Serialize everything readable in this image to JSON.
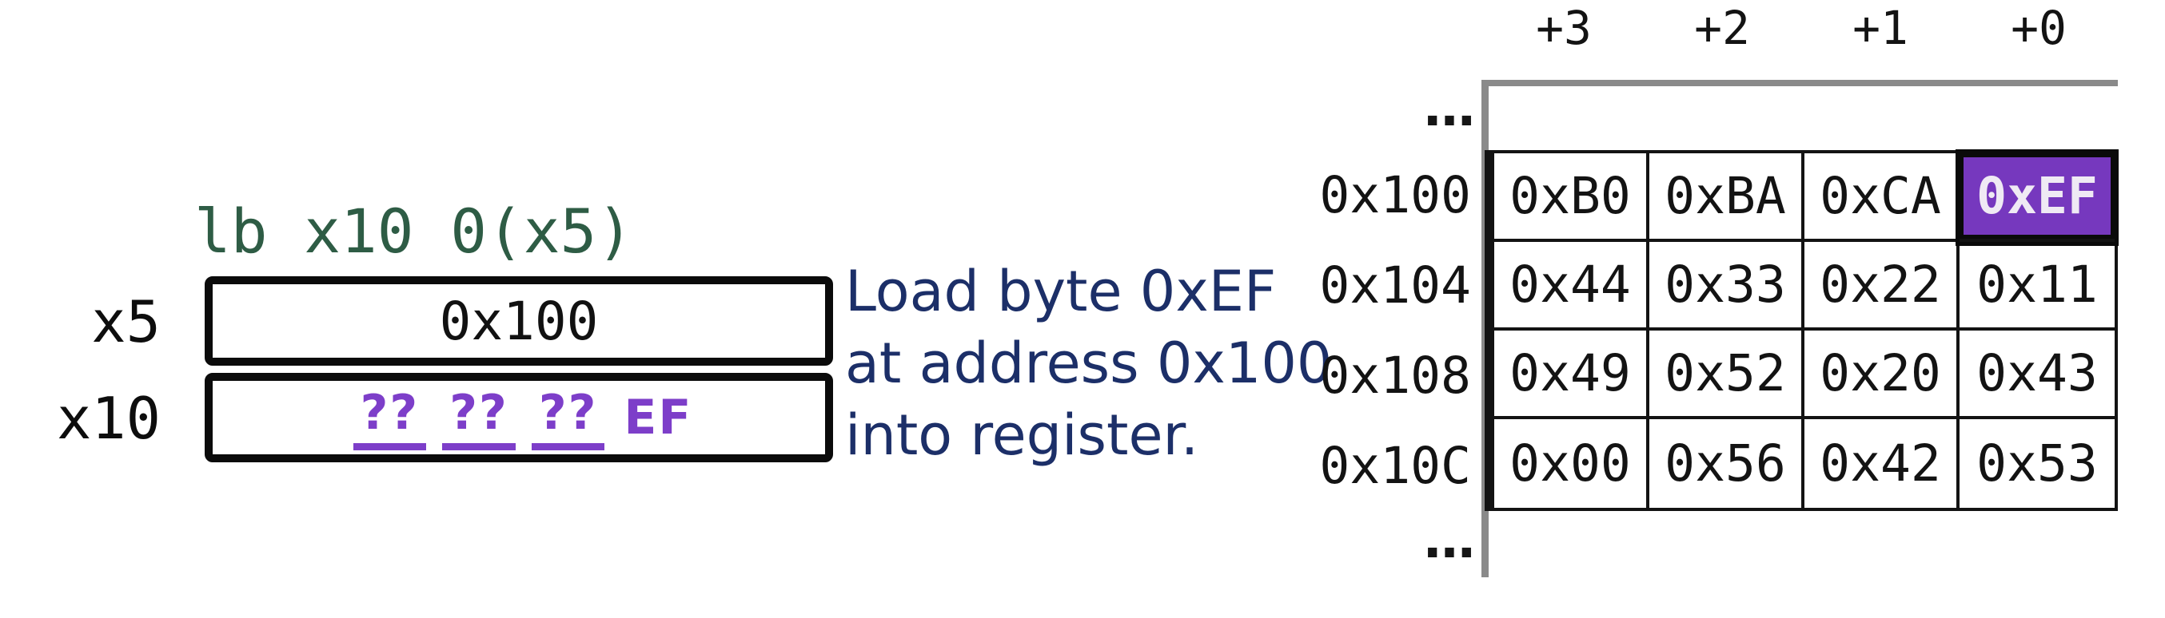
{
  "colors": {
    "green": "#2E5C45",
    "navy": "#1C2F68",
    "purple_text": "#7D3EC9",
    "purple_fill": "#7638BE",
    "gray_line": "#8A8A8A"
  },
  "instruction": {
    "code": "lb x10 0(x5)"
  },
  "registers": [
    {
      "label": "x5",
      "value": "0x100"
    },
    {
      "label": "x10",
      "bytes": [
        "??",
        "??",
        "??",
        "EF"
      ]
    }
  ],
  "description": {
    "lines": [
      "Load byte 0xEF",
      "at address 0x100",
      "into register."
    ]
  },
  "memory": {
    "col_headers": [
      "+3",
      "+2",
      "+1",
      "+0"
    ],
    "top_ellipsis": "…",
    "bottom_ellipsis": "…",
    "rows": [
      {
        "address": "0x100",
        "cells": [
          {
            "v": "0xB0",
            "highlight": false
          },
          {
            "v": "0xBA",
            "highlight": false
          },
          {
            "v": "0xCA",
            "highlight": false
          },
          {
            "v": "0xEF",
            "highlight": true
          }
        ]
      },
      {
        "address": "0x104",
        "cells": [
          {
            "v": "0x44",
            "highlight": false
          },
          {
            "v": "0x33",
            "highlight": false
          },
          {
            "v": "0x22",
            "highlight": false
          },
          {
            "v": "0x11",
            "highlight": false
          }
        ]
      },
      {
        "address": "0x108",
        "cells": [
          {
            "v": "0x49",
            "highlight": false
          },
          {
            "v": "0x52",
            "highlight": false
          },
          {
            "v": "0x20",
            "highlight": false
          },
          {
            "v": "0x43",
            "highlight": false
          }
        ]
      },
      {
        "address": "0x10C",
        "cells": [
          {
            "v": "0x00",
            "highlight": false
          },
          {
            "v": "0x56",
            "highlight": false
          },
          {
            "v": "0x42",
            "highlight": false
          },
          {
            "v": "0x53",
            "highlight": false
          }
        ]
      }
    ]
  }
}
